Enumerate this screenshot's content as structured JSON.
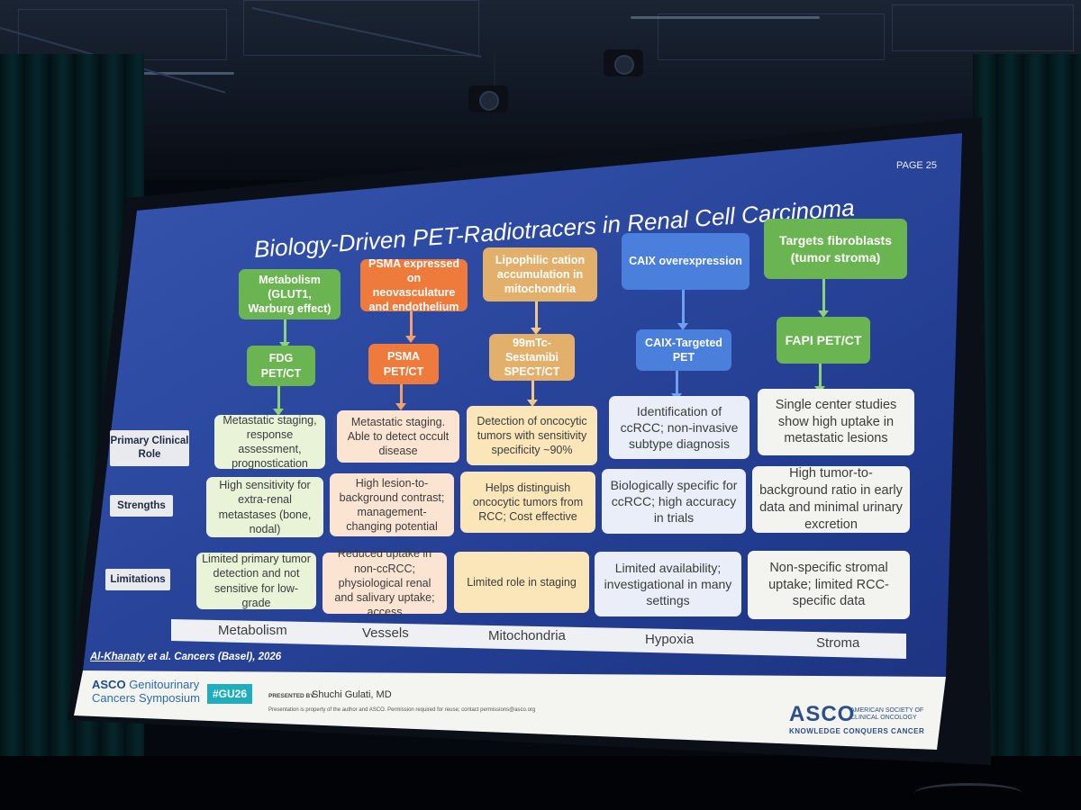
{
  "slide": {
    "page": "PAGE 25",
    "title": "Biology-Driven PET-Radiotracers in Renal Cell Carcinoma",
    "row_labels": [
      "Primary Clinical Role",
      "Strengths",
      "Limitations"
    ],
    "columns": [
      {
        "mechanism": "Metabolism (GLUT1, Warburg effect)",
        "tracer": "FDG PET/CT",
        "role": "Metastatic staging, response assessment, prognostication",
        "strengths": "High sensitivity for extra-renal metastases (bone, nodal)",
        "limitations": "Limited primary tumor detection and not sensitive for low-grade",
        "category": "Metabolism",
        "color": "#6ab551"
      },
      {
        "mechanism": "PSMA expressed on neovasculature and endothelium",
        "tracer": "PSMA PET/CT",
        "role": "Metastatic staging. Able to detect occult disease",
        "strengths": "High lesion-to-background contrast; management-changing potential",
        "limitations": "Reduced uptake in non-ccRCC; physiological renal and salivary uptake; access",
        "category": "Vessels",
        "color": "#ee7a3b"
      },
      {
        "mechanism": "Lipophilic cation accumulation in mitochondria",
        "tracer": "99mTc-Sestamibi SPECT/CT",
        "role": "Detection of oncocytic tumors with sensitivity specificity ~90%",
        "strengths": "Helps distinguish oncocytic tumors from RCC; Cost effective",
        "limitations": "Limited role in staging",
        "category": "Mitochondria",
        "color": "#e3b06b"
      },
      {
        "mechanism": "CAIX overexpression",
        "tracer": "CAIX-Targeted PET",
        "role": "Identification of ccRCC; non-invasive subtype diagnosis",
        "strengths": "Biologically specific for ccRCC; high accuracy in trials",
        "limitations": "Limited availability; investigational in many settings",
        "category": "Hypoxia",
        "color": "#4a7fdc"
      },
      {
        "mechanism": "Targets fibroblasts (tumor stroma)",
        "tracer": "FAPI PET/CT",
        "role": "Single center studies show high uptake in metastatic lesions",
        "strengths": "High tumor-to-background ratio in early data and minimal urinary excretion",
        "limitations": "Non-specific stromal uptake; limited RCC-specific data",
        "category": "Stroma",
        "color": "#6ab551"
      }
    ],
    "citation_author": "Al-Khanaty",
    "citation_rest": " et al. Cancers (Basel), 2026"
  },
  "footer": {
    "symposium_brand": "ASCO",
    "symposium_line1": "Genitourinary",
    "symposium_line2": "Cancers Symposium",
    "hashtag": "#GU26",
    "presented_by_label": "PRESENTED BY:",
    "presenter": "Shuchi Gulati, MD",
    "disclaimer": "Presentation is property of the author and ASCO. Permission required for reuse; contact permissions@asco.org",
    "asco_logo": "ASCO",
    "asco_sub1": "AMERICAN SOCIETY OF",
    "asco_sub2": "CLINICAL ONCOLOGY",
    "asco_tagline": "KNOWLEDGE CONQUERS CANCER"
  }
}
